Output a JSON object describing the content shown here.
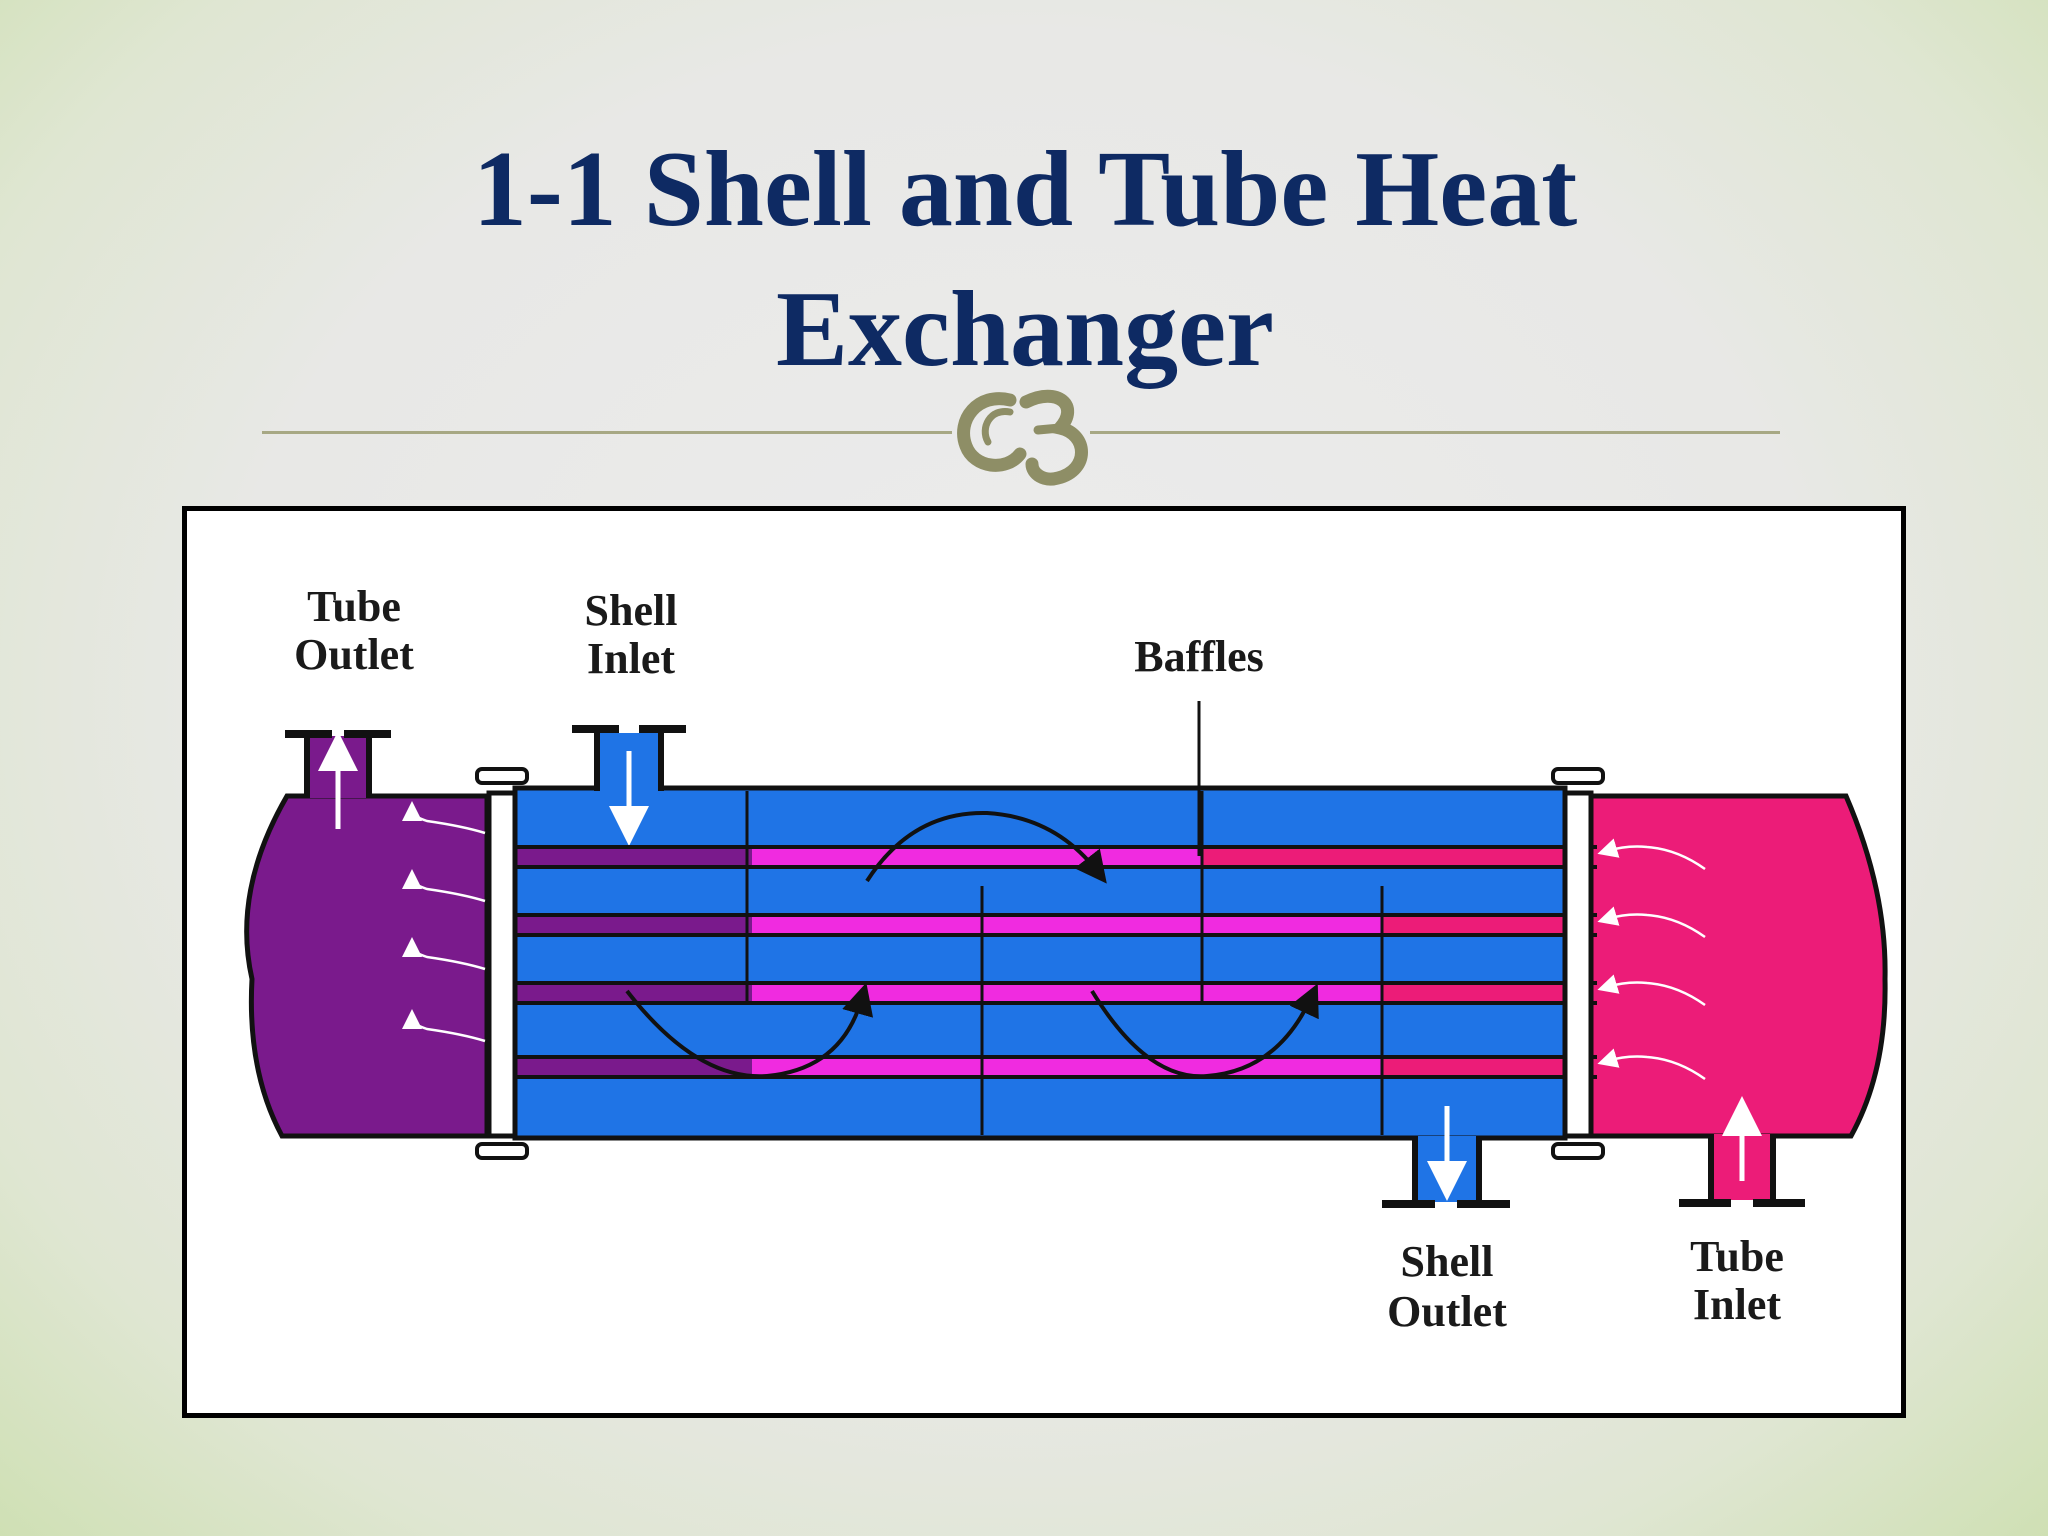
{
  "slide": {
    "title_line1": "1-1 Shell and Tube Heat",
    "title_line2": "Exchanger",
    "ornament_icon": "swirl-ornament-icon"
  },
  "diagram": {
    "labels": {
      "tube_outlet_1": "Tube",
      "tube_outlet_2": "Outlet",
      "shell_inlet_1": "Shell",
      "shell_inlet_2": "Inlet",
      "baffles": "Baffles",
      "shell_outlet_1": "Shell",
      "shell_outlet_2": "Outlet",
      "tube_inlet_1": "Tube",
      "tube_inlet_2": "Inlet"
    },
    "colors": {
      "shell_fluid": "#1f74e6",
      "hot_header": "#ec1c78",
      "cold_header": "#7a1a8c",
      "tube_hot": "#ec1c78",
      "tube_mid": "#f02be0",
      "tube_cold": "#7a1a8c",
      "title": "#0e2a63",
      "ornament": "#8e8e66"
    }
  }
}
